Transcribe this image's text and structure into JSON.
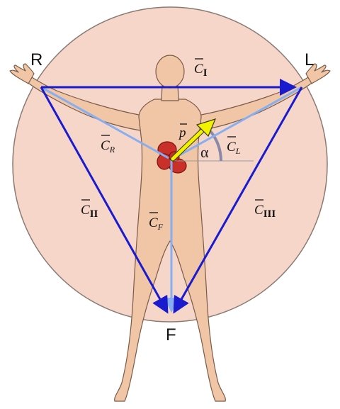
{
  "diagram": {
    "corners": {
      "right_arm": "R",
      "left_arm": "L",
      "foot": "F"
    },
    "leads": {
      "lead_I": {
        "symbol": "C",
        "sub": "I"
      },
      "lead_II": {
        "symbol": "C",
        "sub": "II"
      },
      "lead_III": {
        "symbol": "C",
        "sub": "III"
      },
      "aug_R": {
        "symbol": "C",
        "sub": "R"
      },
      "aug_L": {
        "symbol": "C",
        "sub": "L"
      },
      "aug_F": {
        "symbol": "C",
        "sub": "F"
      }
    },
    "vector": {
      "symbol": "p"
    },
    "angle": {
      "symbol": "α"
    },
    "colors": {
      "circle_fill": "#f6d6c9",
      "skin": "#f0c6a6",
      "triangle": "#1a1acf",
      "central_leads": "#86aef0",
      "vector_arrow": "#f2f200",
      "heart": "#c9302a"
    }
  }
}
